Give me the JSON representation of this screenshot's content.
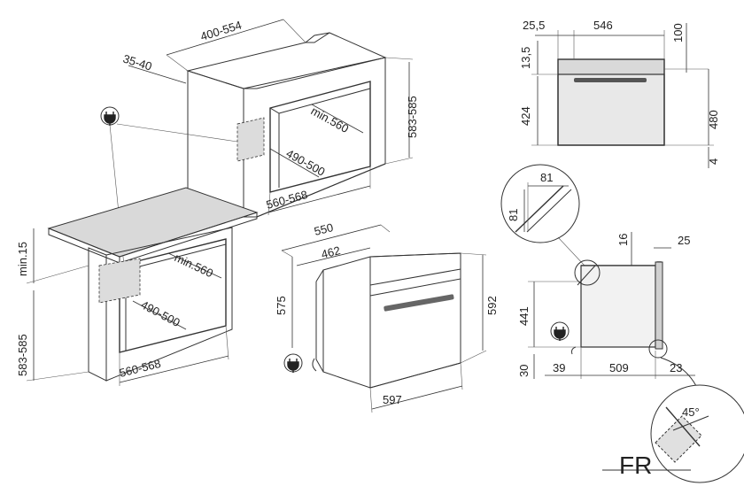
{
  "logo": {
    "letters": "FR",
    "name": "brand-logo"
  },
  "plug_icon": "electric-plug-icon",
  "left_view": {
    "tall_cabinet": {
      "depth": "400-554",
      "offset": "35-40",
      "height": "583-585",
      "depth_inner": "min.560",
      "diag": "490-500",
      "width": "560-568"
    },
    "base_cabinet": {
      "top_gap": "min.15",
      "height": "583-585",
      "depth_inner": "min.560",
      "diag": "490-500",
      "width": "560-568"
    },
    "oven": {
      "depth": "550",
      "depth_body": "462",
      "height_body": "575",
      "height_total": "592",
      "width": "597"
    }
  },
  "front_view": {
    "side": "25,5",
    "width": "546",
    "panel": "13,5",
    "top": "100",
    "height_door": "424",
    "height_total": "480",
    "bottom": "4"
  },
  "side_view": {
    "detail_a": "81",
    "detail_b": "81",
    "top_thickness": "16",
    "handle_depth": "25",
    "height": "441",
    "foot": "30",
    "back": "39",
    "depth": "509",
    "front": "23",
    "angle": "45°"
  }
}
